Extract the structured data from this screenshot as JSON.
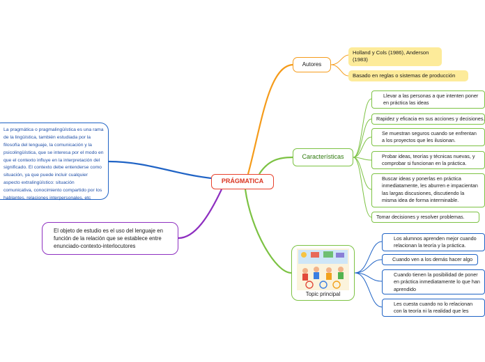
{
  "central": "PRÁGMATICA",
  "autores": {
    "label": "Autores",
    "items": [
      "Holland y Cols (1986), Anderson (1983)",
      "Basado en reglas o sistemas de producción"
    ]
  },
  "caracteristicas": {
    "label": "Características",
    "items": [
      "Llevar a las personas a que intenten poner en práctica las ideas",
      "Rapidez y eficacia en sus acciones y decisiones.",
      "Se muestran seguros cuando se enfrentan a los proyectos que les ilusionan.",
      "Probar ideas, teorías y técnicas nuevas, y comprobar si funcionan en la práctica.",
      "Buscar ideas y ponerlas en práctica inmediatamente, les aburren e impacientan las largas discusiones, discutiendo la misma idea de forma interminable.",
      "Tomar decisiones y resolver problemas."
    ]
  },
  "topic": {
    "label": "Topic principal",
    "items": [
      "Los alumnos aprenden mejor cuando relacionan la teoría y la práctica.",
      "Cuando ven a los demás hacer algo",
      "Cuando tienen la posibilidad de poner en práctica inmediatamente lo que han aprendido",
      "Les cuesta cuando no lo relacionan con la teoría ni la realidad que les rodea."
    ]
  },
  "descripcion": "La pragmática o pragmalingüística es una rama de la lingüística, también estudiada por la filosofía del lenguaje, la comunicación y la psicolingüística, que se interesa por el modo en que el contexto influye en la interpretación del significado. El contexto debe entenderse como situación, ya que puede incluir cualquier aspecto extralingüístico: situación comunicativa, conocimiento compartido por los hablantes, relaciones interpersonales, etc",
  "objeto": "El objeto de estudio es el uso del lenguaje en función de la relación que se establece entre enunciado-contexto-interlocutores",
  "colors": {
    "central": "#e8412c",
    "autores": "#f59b1a",
    "caracteristicas": "#7cc243",
    "topic_items": "#1f63c5",
    "descripcion": "#1f63c5",
    "objeto": "#8e2fc0",
    "yellow_fill": "#fdeb9a"
  }
}
